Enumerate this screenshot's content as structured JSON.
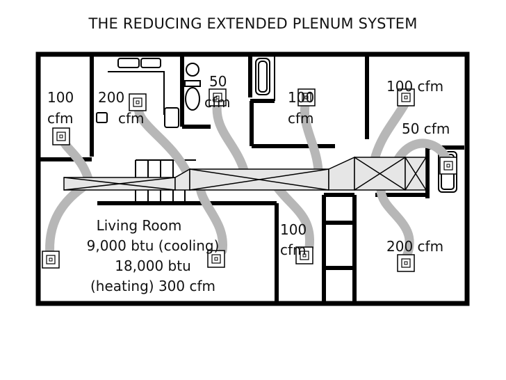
{
  "title": "THE REDUCING EXTENDED PLENUM SYSTEM",
  "labels": {
    "room1_a": "100",
    "room1_b": "cfm",
    "room2_a": "200",
    "room2_b": "cfm",
    "bath_a": "50",
    "bath_b": "cfm",
    "room3_a": "100",
    "room3_b": "cfm",
    "room4": "100 cfm",
    "bath2": "50 cfm",
    "living_1": "Living Room",
    "living_2": "9,000 btu (cooling)",
    "living_3": "18,000 btu",
    "living_4": "(heating) 300 cfm",
    "room5_a": "100",
    "room5_b": "cfm",
    "room6": "200 cfm"
  }
}
